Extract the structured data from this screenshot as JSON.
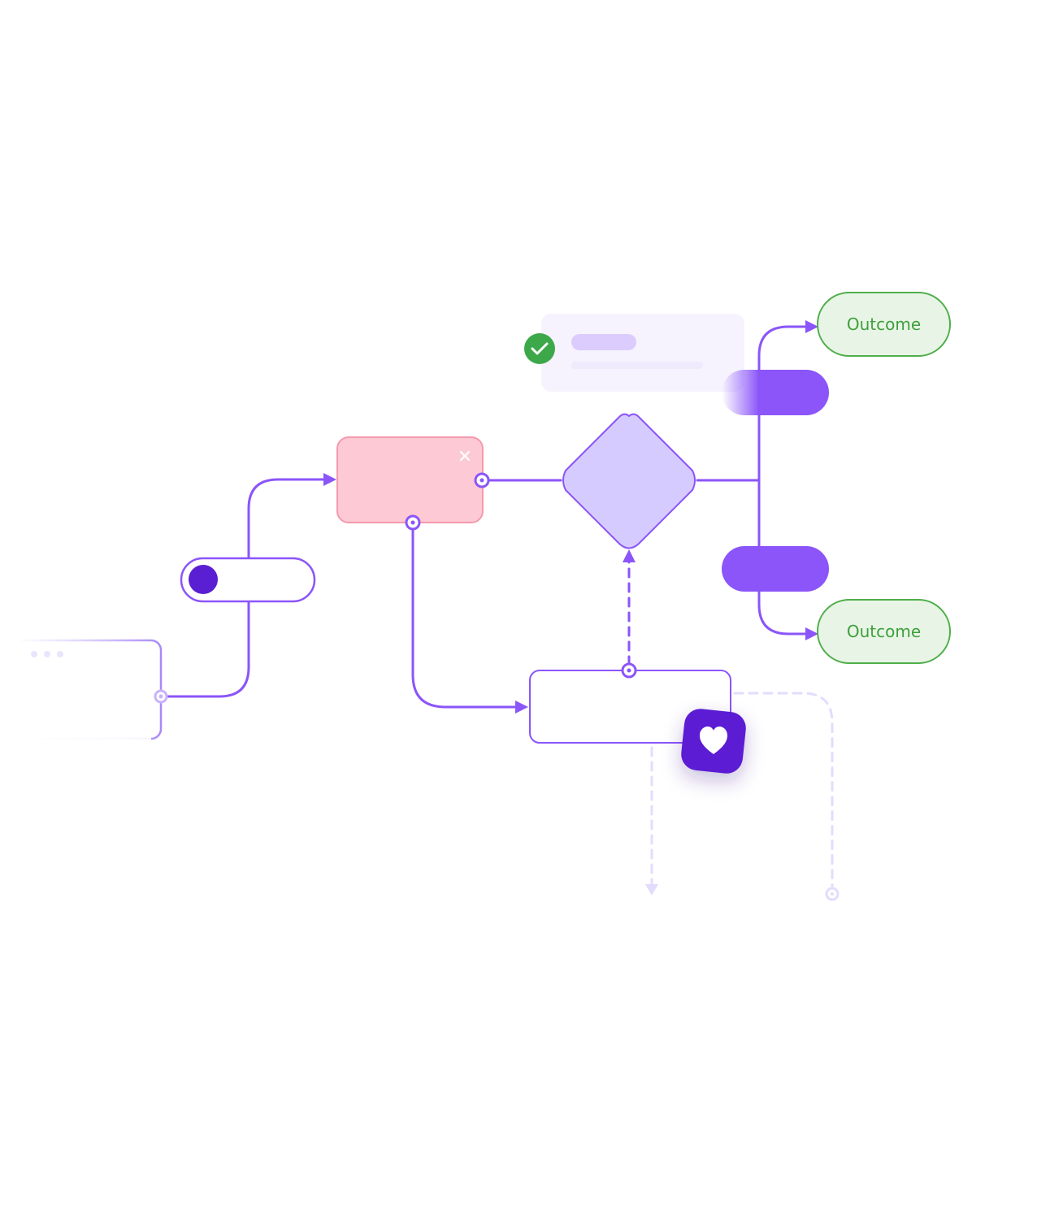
{
  "outcomes": [
    {
      "label": "Outcome"
    },
    {
      "label": "Outcome"
    }
  ],
  "colors": {
    "accent": "#8b55f9",
    "accent_dark": "#5b1fd3",
    "error_fill": "#fdc9d4",
    "error_stroke": "#f59aac",
    "decision_fill": "#d6cbff",
    "success_fill": "#e8f5e6",
    "success_stroke": "#4fae4a",
    "success_text": "#3f9f3c",
    "check_badge": "#3da84a",
    "ghost_line": "#e3dcfd"
  },
  "icons": {
    "success_badge": "check-icon",
    "favorite_badge": "heart-icon",
    "close": "close-icon",
    "toggle": "toggle-switch"
  }
}
